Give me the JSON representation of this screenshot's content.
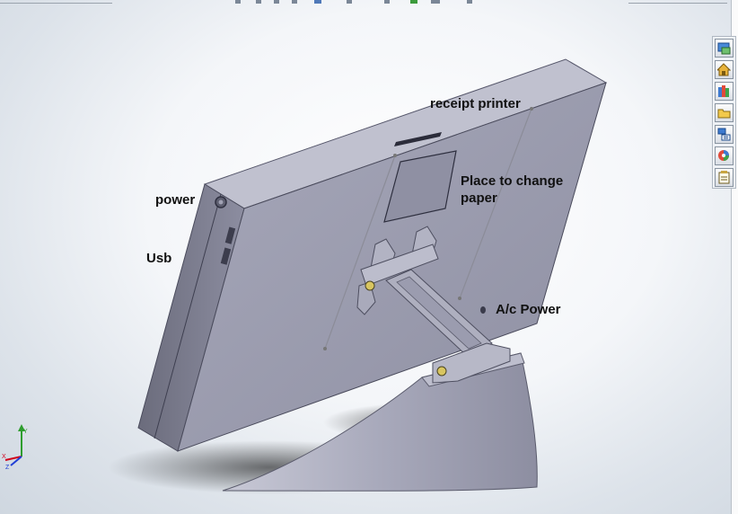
{
  "model_labels": {
    "receipt_printer": "receipt printer",
    "place_to_change_paper": "Place to change paper",
    "power": "power",
    "usb": "Usb",
    "ac_power": "A/c Power"
  },
  "task_pane": {
    "items": [
      {
        "icon": "solidworks-resources-icon"
      },
      {
        "icon": "home-icon"
      },
      {
        "icon": "design-library-icon"
      },
      {
        "icon": "file-explorer-icon"
      },
      {
        "icon": "view-palette-icon"
      },
      {
        "icon": "appearances-icon"
      },
      {
        "icon": "custom-properties-icon"
      }
    ]
  },
  "triad": {
    "x_label": "X",
    "y_label": "Y",
    "z_label": "Z"
  },
  "colors": {
    "model_body": "#9e9fb1",
    "model_dark": "#6d6e80",
    "background": "#f4f6f9",
    "axis_x": "#d0021b",
    "axis_y": "#2e9d2e",
    "axis_z": "#1f3fd6"
  }
}
